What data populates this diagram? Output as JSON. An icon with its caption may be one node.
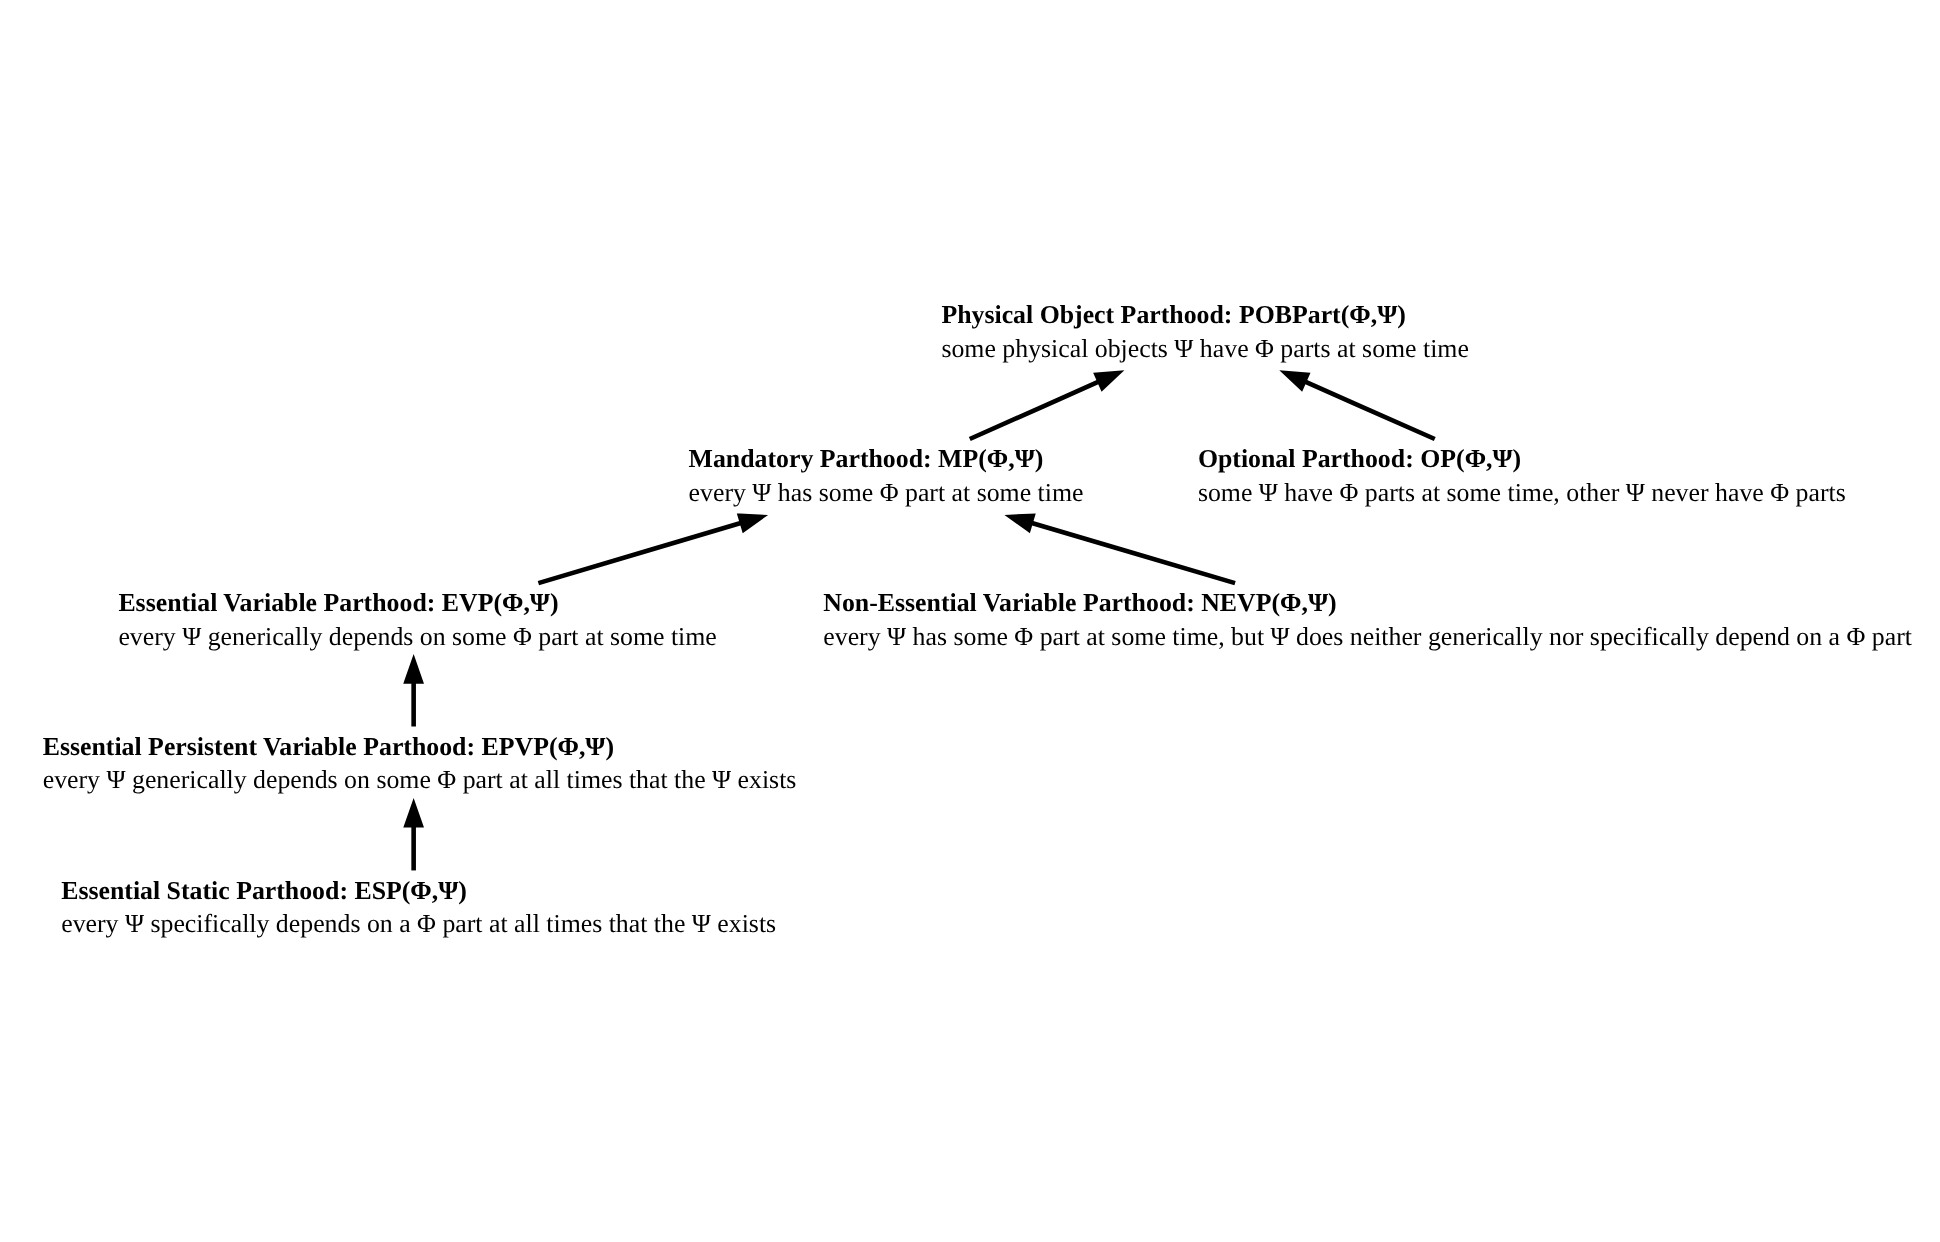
{
  "diagram": {
    "nodes": [
      {
        "text": [
          "Physical Object Parthood: POBPart(Φ,Ψ)",
          "some physical objects Ψ have Φ parts at some time"
        ]
      },
      {
        "text": [
          "Mandatory Parthood: MP(Φ,Ψ)",
          "every Ψ has some Φ part at some time"
        ]
      },
      {
        "text": [
          "Optional Parthood: OP(Φ,Ψ)",
          "some Ψ have Φ parts at some time, other Ψ never have Φ parts"
        ]
      },
      {
        "text": [
          "Essential Variable Parthood: EVP(Φ,Ψ)",
          "every Ψ generically depends on some Φ part at some time"
        ]
      },
      {
        "text": [
          "Non-Essential Variable Parthood: NEVP(Φ,Ψ)",
          "every Ψ has some Φ part at some time, but Ψ does neither generically nor specifically depend on a Φ part"
        ]
      },
      {
        "text": [
          "Essential Persistent Variable Parthood: EPVP(Φ,Ψ)",
          "every Ψ generically depends on some Φ part at all times that the Ψ exists"
        ]
      },
      {
        "text": [
          "Essential Static Parthood: ESP(Φ,Ψ)",
          "every Ψ specifically depends on a Φ part at all times that the Ψ exists"
        ]
      }
    ],
    "edges": [
      {
        "from": 1,
        "to": 0,
        "arrow": "to"
      },
      {
        "from": 2,
        "to": 0,
        "arrow": "to"
      },
      {
        "from": 3,
        "to": 1,
        "arrow": "to"
      },
      {
        "from": 4,
        "to": 1,
        "arrow": "to"
      },
      {
        "from": 5,
        "to": 3,
        "arrow": "to"
      },
      {
        "from": 6,
        "to": 5,
        "arrow": "to"
      }
    ]
  }
}
